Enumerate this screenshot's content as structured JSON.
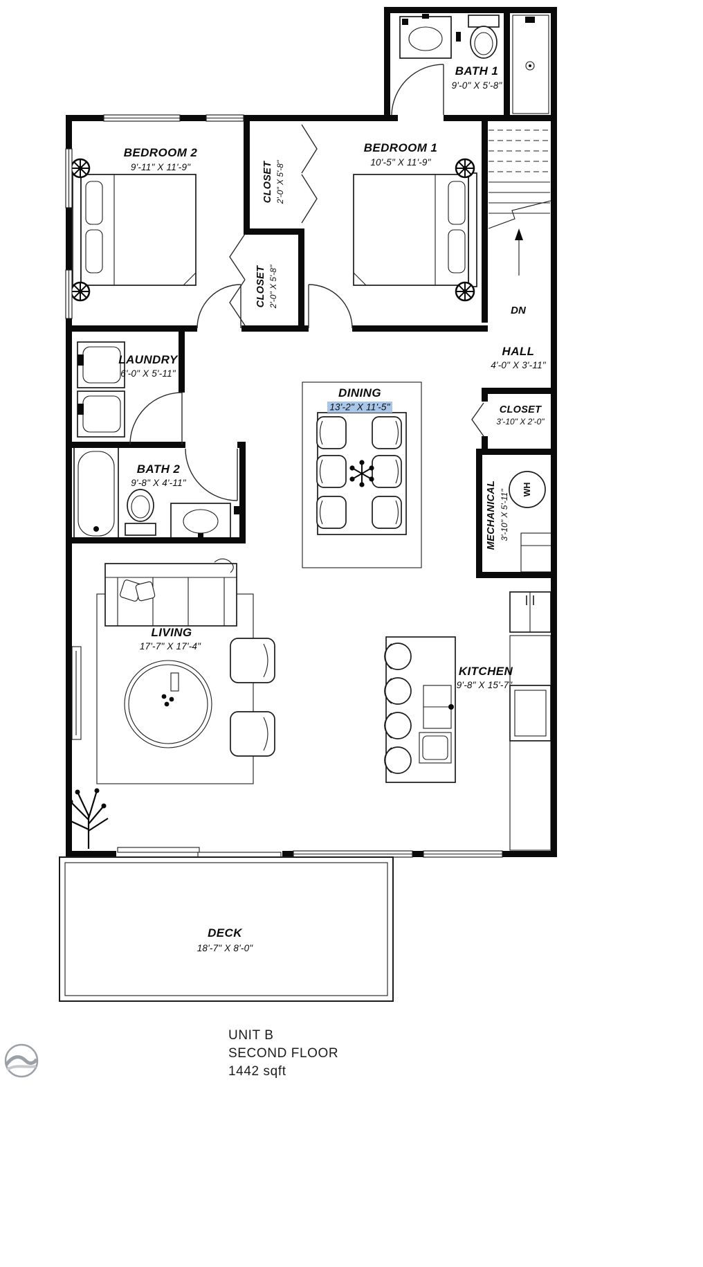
{
  "title_block": {
    "unit": "UNIT B",
    "floor": "SECOND FLOOR",
    "area": "1442 sqft"
  },
  "rooms": {
    "bath1": {
      "name": "BATH 1",
      "dims": "9'-0\" X 5'-8\""
    },
    "bedroom2": {
      "name": "BEDROOM 2",
      "dims": "9'-11\" X 11'-9\""
    },
    "bedroom1": {
      "name": "BEDROOM 1",
      "dims": "10'-5\" X 11'-9\""
    },
    "closet_top": {
      "name": "CLOSET",
      "dims": "2'-0\" X 5'-8\""
    },
    "closet_mid": {
      "name": "CLOSET",
      "dims": "2'-0\" X 5'-8\""
    },
    "hall": {
      "name": "HALL",
      "dims": "4'-0\" X 3'-11\""
    },
    "hall_closet": {
      "name": "CLOSET",
      "dims": "3'-10\" X 2'-0\""
    },
    "laundry": {
      "name": "LAUNDRY",
      "dims": "6'-0\" X 5'-11\""
    },
    "bath2": {
      "name": "BATH 2",
      "dims": "9'-8\" X 4'-11\""
    },
    "dining": {
      "name": "DINING",
      "dims": "13'-2\" X 11'-5\""
    },
    "mechanical": {
      "name": "MECHANICAL",
      "dims": "3'-10\" X 5'-11\""
    },
    "living": {
      "name": "LIVING",
      "dims": "17'-7\" X 17'-4\""
    },
    "kitchen": {
      "name": "KITCHEN",
      "dims": "9'-8\" X 15'-7\""
    },
    "deck": {
      "name": "DECK",
      "dims": "18'-7\" X 8'-0\""
    }
  },
  "annotations": {
    "stairs_direction": "DN",
    "water_heater": "WH"
  },
  "colors": {
    "wall": "#0a0a0a",
    "line": "#1b1b1b",
    "dining_highlight": "#a8c6e8",
    "background": "#ffffff",
    "logo_gray": "#9aa1a7"
  }
}
